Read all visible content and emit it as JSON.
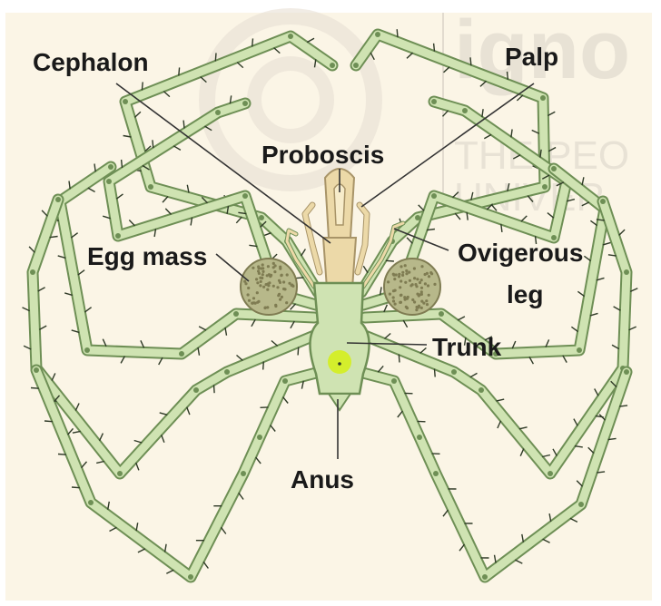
{
  "labels": {
    "cephalon": "Cephalon",
    "palp": "Palp",
    "proboscis": "Proboscis",
    "egg_mass": "Egg mass",
    "ovigerous": "Ovigerous",
    "leg": "leg",
    "trunk": "Trunk",
    "anus": "Anus"
  },
  "watermark": {
    "line1": "igno",
    "line2": "THE PEO",
    "line3": "UNIVER"
  },
  "colors": {
    "background": "#fbf5e6",
    "leg_fill": "#cfe3b2",
    "leg_stroke": "#6e8f55",
    "spine": "#2f3a27",
    "egg": "#b7b88a",
    "egg_dot": "#7f7c52",
    "proboscis": "#ecd9a8",
    "trunk_dot": "#d4ee2c",
    "pointer": "#333333"
  }
}
